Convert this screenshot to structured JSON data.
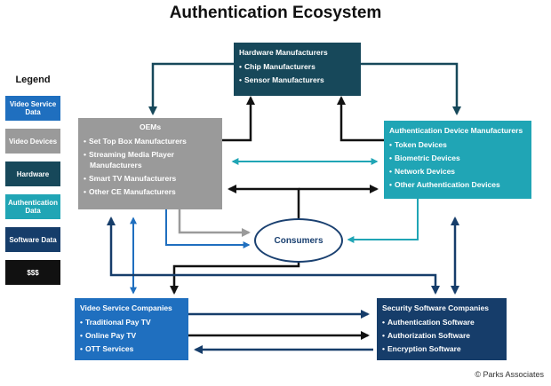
{
  "title": "Authentication Ecosystem",
  "legend": {
    "title": "Legend",
    "items": [
      {
        "label": "Video Service Data",
        "color": "#1f6fbf"
      },
      {
        "label": "Video Devices",
        "color": "#9a9a9a"
      },
      {
        "label": "Hardware",
        "color": "#17485a"
      },
      {
        "label": "Authentication Data",
        "color": "#20a5b5"
      },
      {
        "label": "Software Data",
        "color": "#163d6a"
      },
      {
        "label": "$$$",
        "color": "#111111"
      }
    ]
  },
  "nodes": {
    "hardware": {
      "title": "Hardware Manufacturers",
      "items": [
        "Chip Manufacturers",
        "Sensor Manufacturers"
      ],
      "color": "#17485a"
    },
    "oems": {
      "title": "OEMs",
      "items": [
        "Set Top Box Manufacturers",
        "Streaming Media Player Manufacturers",
        "Smart TV Manufacturers",
        "Other CE Manufacturers"
      ],
      "color": "#9a9a9a"
    },
    "auth_devices": {
      "title": "Authentication Device Manufacturers",
      "items": [
        "Token Devices",
        "Biometric Devices",
        "Network Devices",
        "Other Authentication Devices"
      ],
      "color": "#20a5b5"
    },
    "consumers": {
      "title": "Consumers"
    },
    "video_service": {
      "title": "Video Service Companies",
      "items": [
        "Traditional Pay TV",
        "Online Pay TV",
        "OTT Services"
      ],
      "color": "#1f6fbf"
    },
    "security_software": {
      "title": "Security Software Companies",
      "items": [
        "Authentication Software",
        "Authorization Software",
        "Encryption Software"
      ],
      "color": "#163d6a"
    }
  },
  "copyright": "© Parks Associates"
}
